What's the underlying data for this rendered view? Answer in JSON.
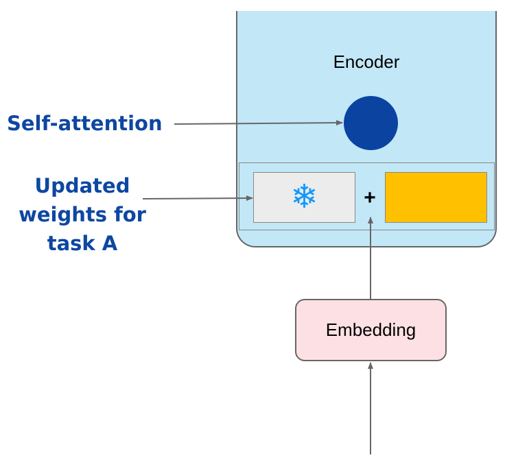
{
  "encoder": {
    "label": "Encoder",
    "color": "#c2e7f7"
  },
  "self_attention": {
    "label": "Self-attention",
    "circle_color": "#0a44a0"
  },
  "weights": {
    "frozen_icon": "snowflake-icon",
    "frozen_glyph": "❄",
    "operator": "+",
    "frozen_color": "#ececec",
    "adapter_color": "#ffc000"
  },
  "updated_weights": {
    "label_line1": "Updated",
    "label_line2": "weights for",
    "label_line3": "task A"
  },
  "embedding": {
    "label": "Embedding",
    "color": "#fde0e3"
  },
  "colors": {
    "label_blue": "#0d47a1",
    "arrow": "#666666"
  }
}
